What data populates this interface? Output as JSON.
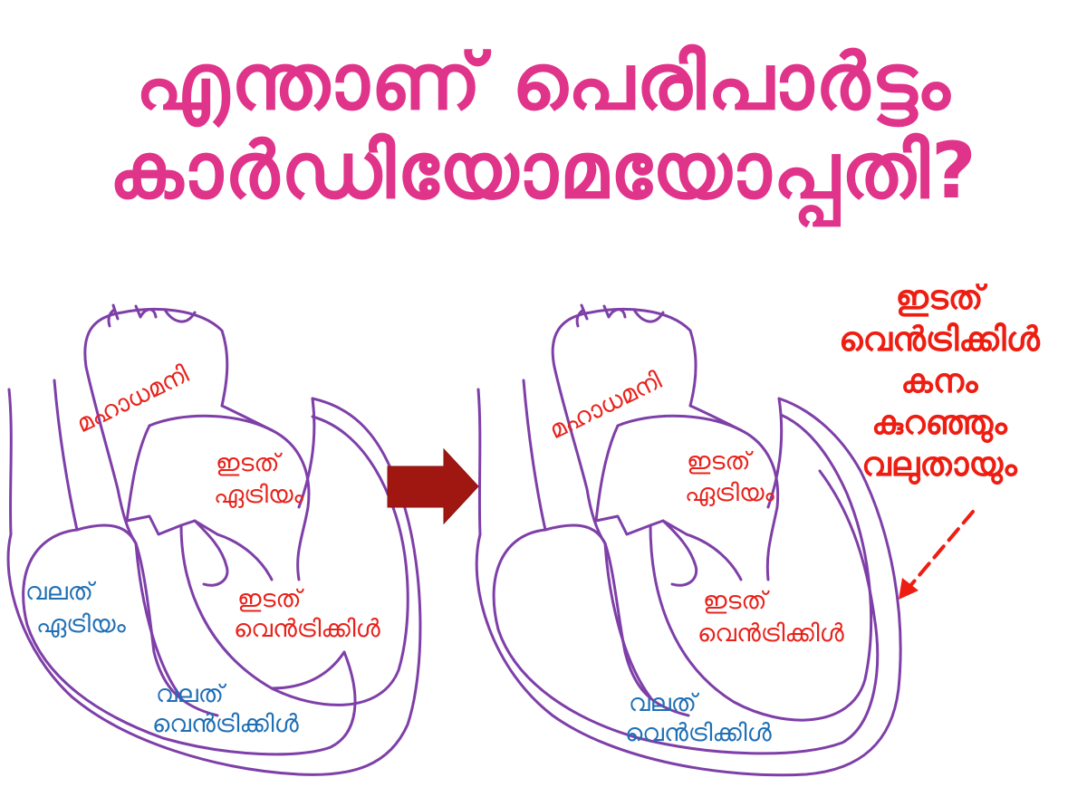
{
  "title": {
    "line1": "എന്താണ് പെരിപാർട്ടം",
    "line2": "കാർഡിയോമയോപ്പതി?"
  },
  "colors": {
    "title": "#e0338a",
    "outline": "#7e3fa8",
    "label_red": "#e8221b",
    "label_blue": "#1f6fb5",
    "arrow": "#a01712",
    "note": "#ee1d12"
  },
  "left_heart": {
    "aorta": "മഹാധമനി",
    "left_atrium": [
      "ഇടത്",
      "ഏട്രിയം"
    ],
    "left_ventricle": [
      "ഇടത്",
      "വെൻട്രിക്കിൾ"
    ],
    "right_atrium": [
      "വലത്",
      "ഏട്രിയം"
    ],
    "right_ventricle": [
      "വലത്",
      "വെൻട്രിക്കിൾ"
    ]
  },
  "right_heart": {
    "aorta": "മഹാധമനി",
    "left_atrium": [
      "ഇടത്",
      "ഏട്രിയം"
    ],
    "left_ventricle": [
      "ഇടത്",
      "വെൻട്രിക്കിൾ"
    ],
    "right_ventricle": [
      "വലത്",
      "വെൻട്രിക്കിൾ"
    ]
  },
  "note": [
    "ഇടത്",
    "വെൻട്രിക്കിൾ",
    "കനം",
    "കുറഞ്ഞും",
    "വലുതായും"
  ]
}
